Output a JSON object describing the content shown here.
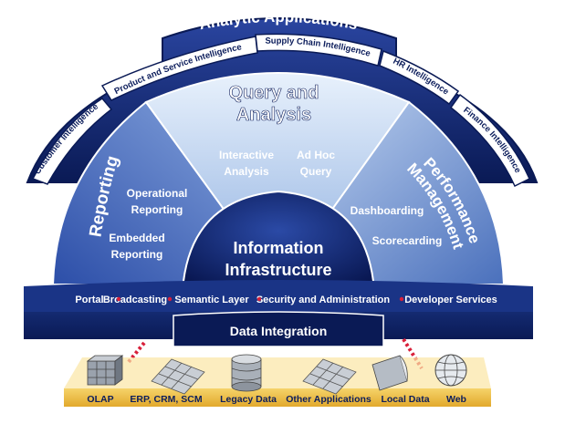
{
  "colors": {
    "navy": "#0d2266",
    "dark_navy": "#071748",
    "light_blue": "#a8c3e8",
    "mid_blue": "#5d85c8",
    "gold": "#f2c24b",
    "red_dot": "#d8203a"
  },
  "arc": {
    "title": "Analytic Applications",
    "segments": [
      "Customer Intelligence",
      "Product and Service Intelligence",
      "Supply Chain Intelligence",
      "HR Intelligence",
      "Finance Intelligence"
    ]
  },
  "wedges": {
    "reporting": {
      "title": "Reporting",
      "items": [
        {
          "line1": "Operational",
          "line2": "Reporting"
        },
        {
          "line1": "Embedded",
          "line2": "Reporting"
        }
      ]
    },
    "query": {
      "title_line1": "Query and",
      "title_line2": "Analysis",
      "items": [
        {
          "line1": "Interactive",
          "line2": "Analysis"
        },
        {
          "line1": "Ad Hoc",
          "line2": "Query"
        }
      ]
    },
    "performance": {
      "title_line1": "Performance",
      "title_line2": "Management",
      "items": [
        "Dashboarding",
        "Scorecarding"
      ]
    }
  },
  "core": {
    "line1": "Information",
    "line2": "Infrastructure"
  },
  "services": [
    "Portal",
    "Broadcasting",
    "Semantic Layer",
    "Security and Administration",
    "Developer Services"
  ],
  "integration": "Data Integration",
  "sources": [
    {
      "label": "OLAP",
      "icon": "olap-cube-icon"
    },
    {
      "label": "ERP, CRM, SCM",
      "icon": "erp-grid-icon"
    },
    {
      "label": "Legacy Data",
      "icon": "database-cylinder-icon"
    },
    {
      "label": "Other Applications",
      "icon": "applications-grid-icon"
    },
    {
      "label": "Local Data",
      "icon": "document-icon"
    },
    {
      "label": "Web",
      "icon": "globe-icon"
    }
  ]
}
